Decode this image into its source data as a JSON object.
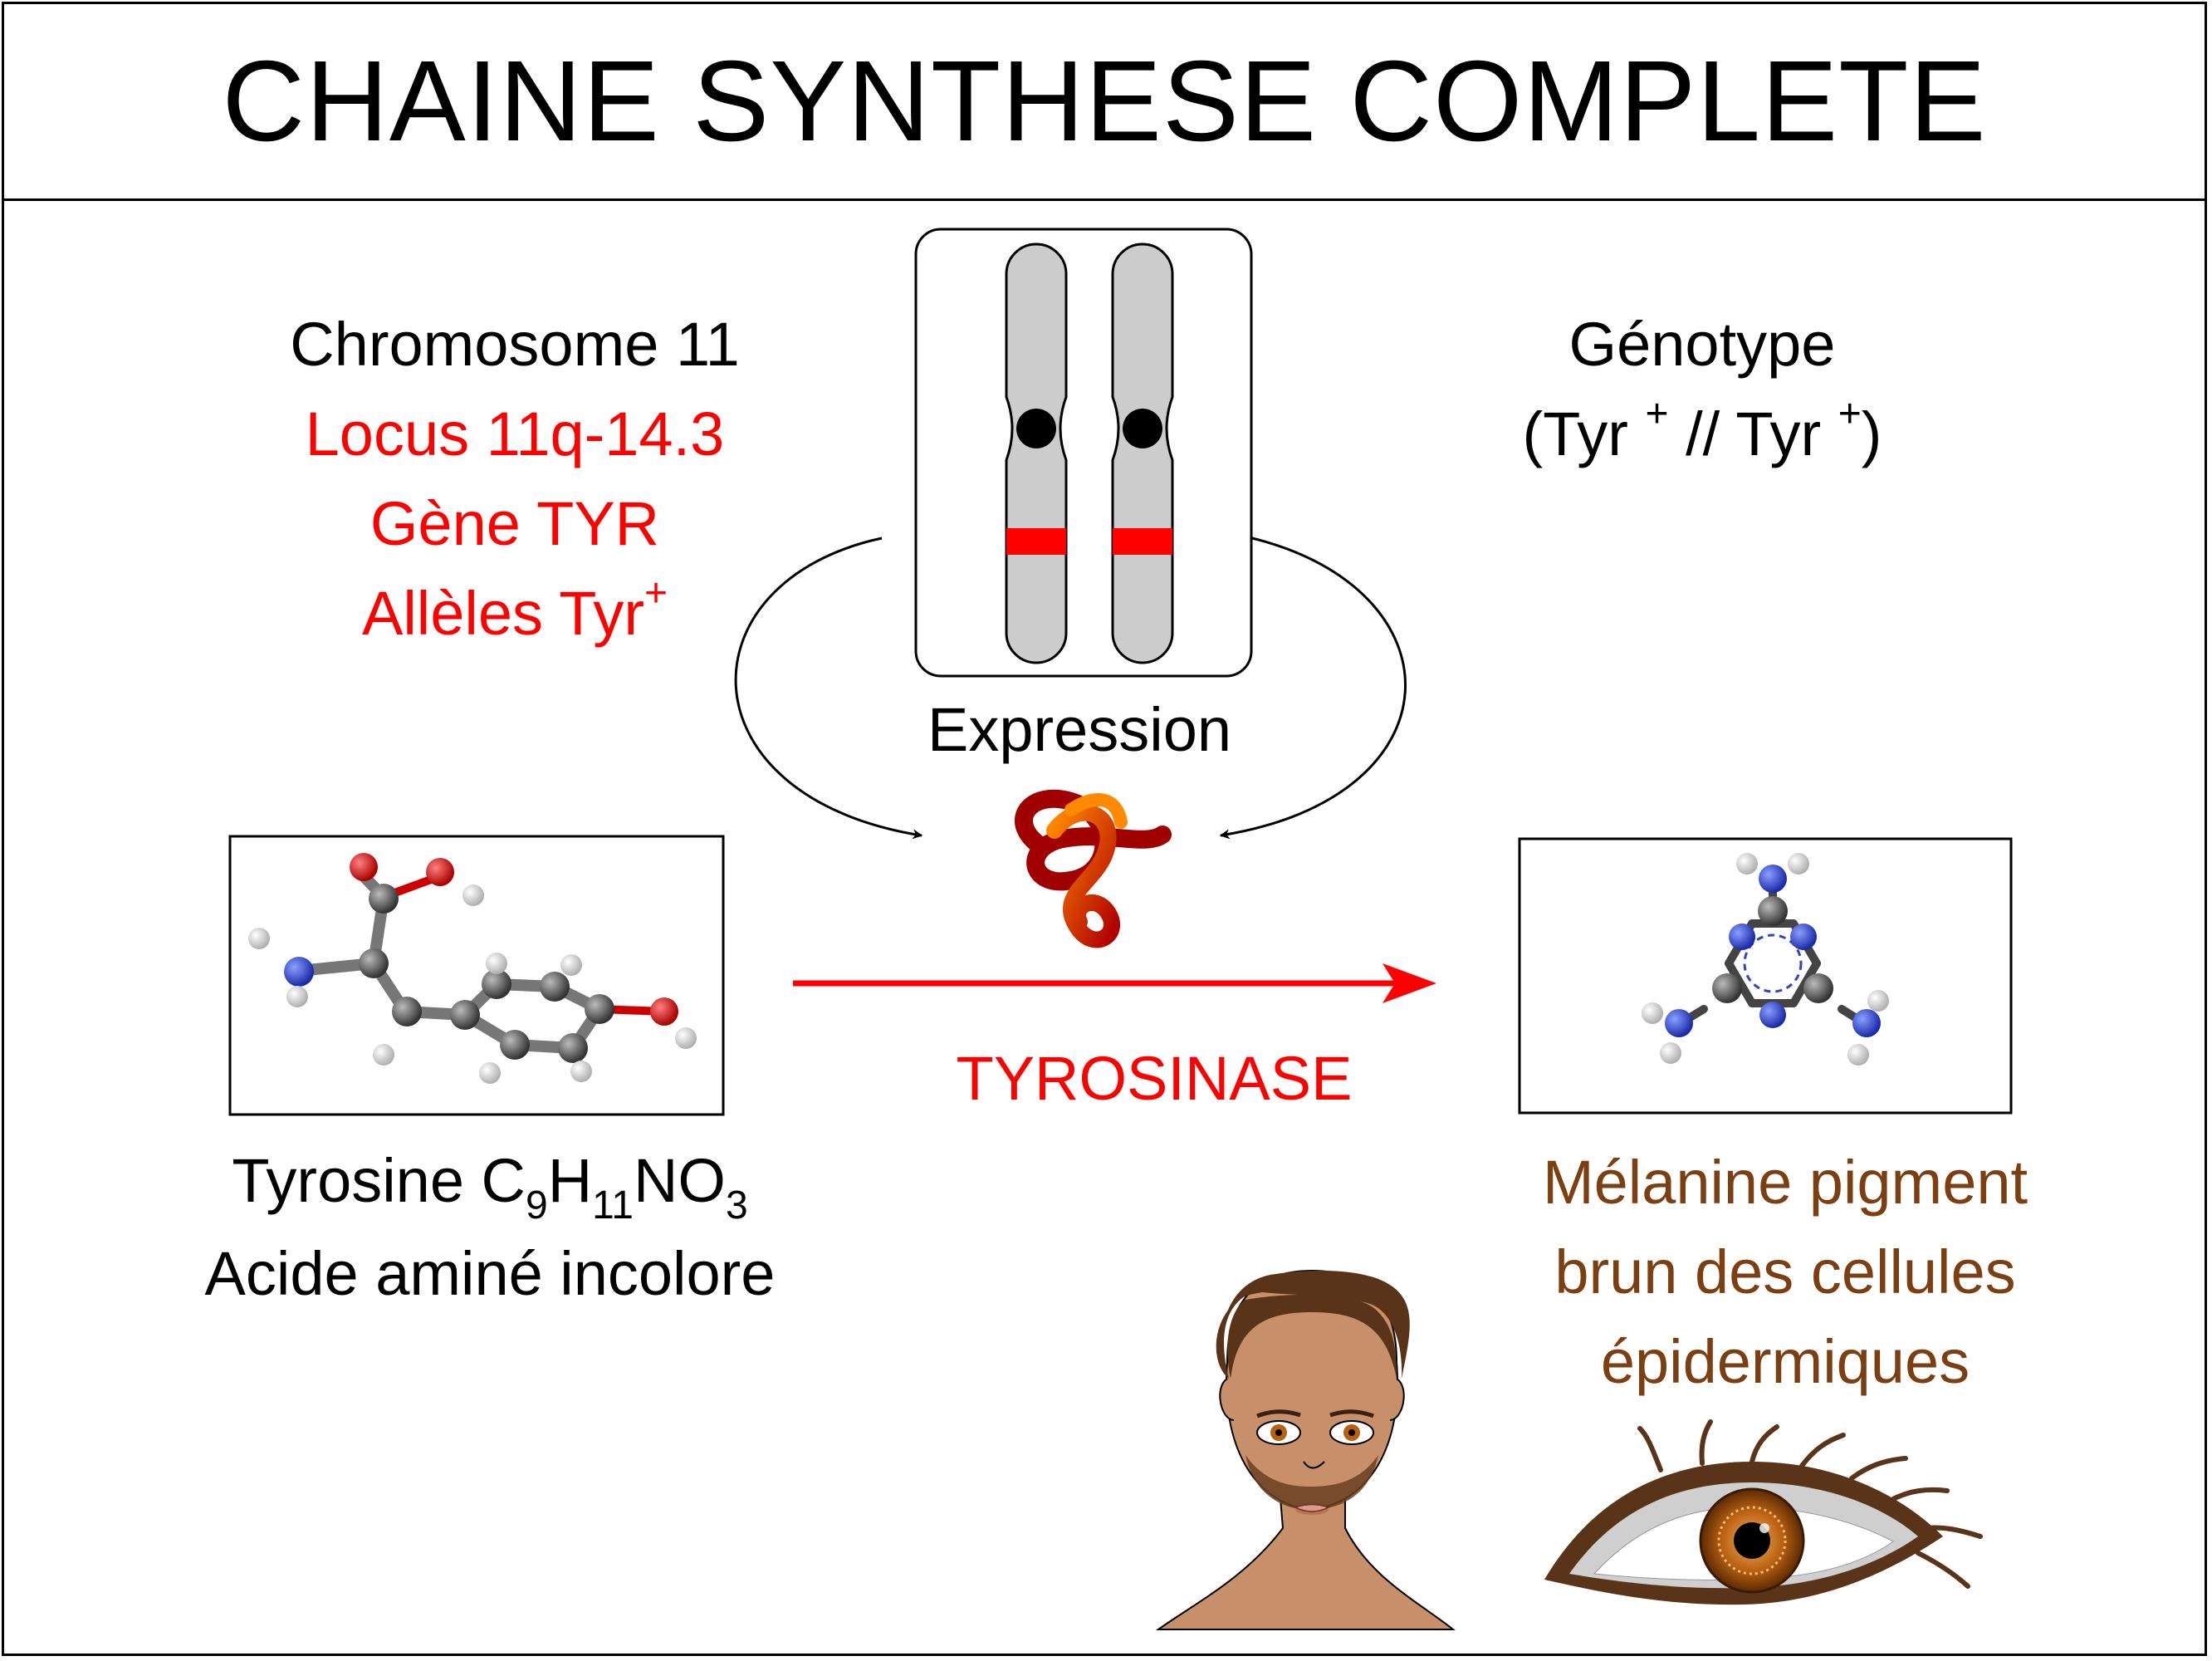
{
  "title": "CHAINE SYNTHESE COMPLETE",
  "left_info": {
    "chromosome": "Chromosome 11",
    "locus": "Locus 11q-14.3",
    "gene": "Gène TYR",
    "alleles": "Allèles Tyr",
    "alleles_sup": "+"
  },
  "genotype": {
    "label": "Génotype",
    "open": "(Tyr ",
    "sup1": "+",
    "middle": " // Tyr ",
    "sup2": "+",
    "close": ")"
  },
  "expression_label": "Expression",
  "enzyme_label": "TYROSINASE",
  "substrate": {
    "name": "Tyrosine C",
    "sub_c": "9",
    "h": "H",
    "sub_h": "11",
    "no": "NO",
    "sub_o": "3",
    "description": "Acide aminé incolore"
  },
  "product": {
    "line1": "Mélanine pigment",
    "line2": "brun des cellules",
    "line3": "épidermiques"
  },
  "colors": {
    "accent_red": "#ff0000",
    "product_brown": "#7b3f12",
    "chromosome_gray": "#cccccc",
    "nitrogen_blue": "#2233cc",
    "oxygen_red": "#dd0000",
    "carbon_gray": "#666666",
    "skin": "#c8906a",
    "hair": "#5a3418"
  },
  "icons": [
    "chromosome-pair-icon",
    "protein-ribbon-icon",
    "tyrosine-molecule-icon",
    "melamine-molecule-icon",
    "face-icon",
    "eye-icon"
  ]
}
